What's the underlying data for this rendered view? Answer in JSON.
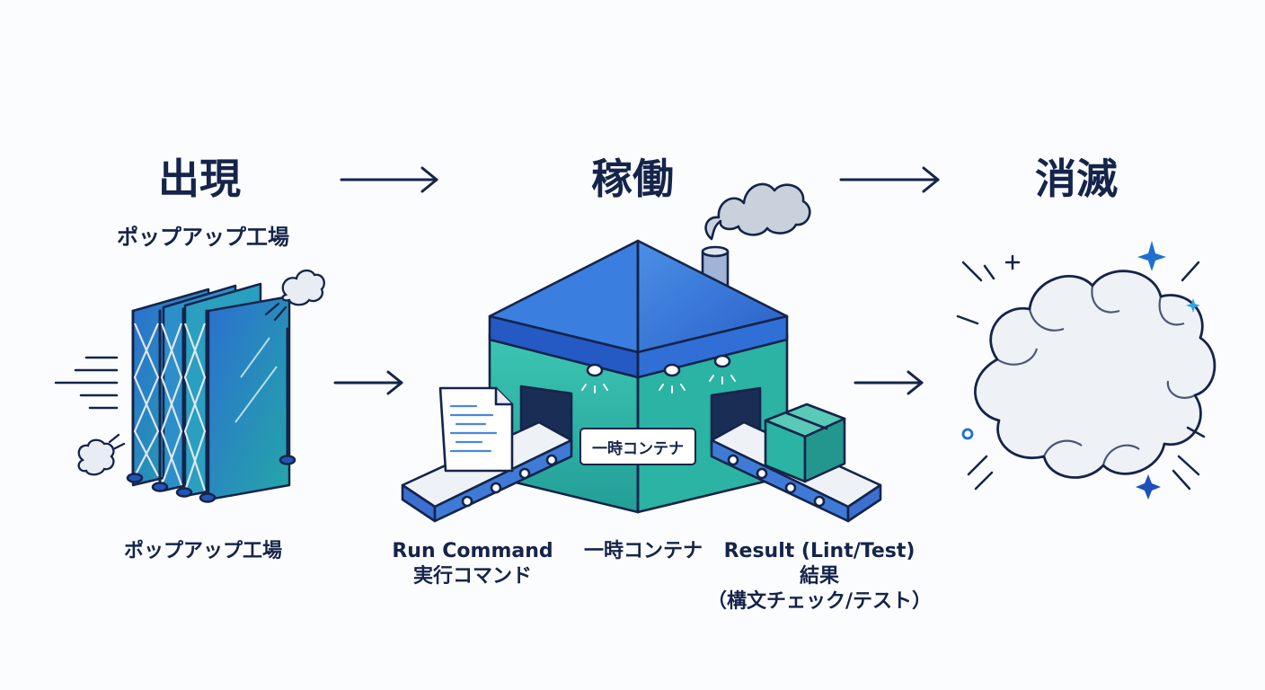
{
  "stages": {
    "appear": {
      "title": "出現",
      "subtitle": "ポップアップ工場"
    },
    "running": {
      "title": "稼働"
    },
    "vanish": {
      "title": "消滅"
    }
  },
  "factory": {
    "container_label": "一時コンテナ"
  },
  "captions": {
    "factory": "ポップアップ工場",
    "run_command_en": "Run Command",
    "run_command_ja": "実行コマンド",
    "container": "一時コンテナ",
    "result_en": "Result (Lint/Test)",
    "result_ja": "結果",
    "result_detail": "（構文チェック/テスト）"
  },
  "colors": {
    "navy": "#15244a",
    "tent_blue": "#2f6fd6",
    "teal": "#2bb3a3",
    "smoke": "#c9d2dc"
  }
}
